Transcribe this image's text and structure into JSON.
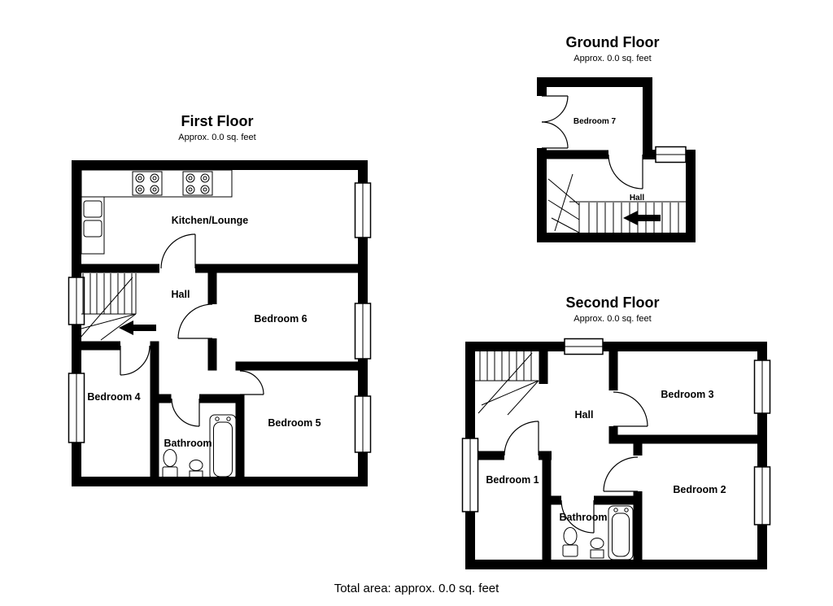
{
  "page": {
    "background_color": "#ffffff",
    "wall_color": "#000000",
    "text_color": "#000000",
    "total_area_text": "Total area: approx. 0.0 sq. feet"
  },
  "floors": {
    "first": {
      "title": "First Floor",
      "subtitle": "Approx. 0.0 sq. feet",
      "rooms": {
        "kitchen_lounge": "Kitchen/Lounge",
        "hall": "Hall",
        "bedroom6": "Bedroom 6",
        "bedroom4": "Bedroom 4",
        "bedroom5": "Bedroom 5",
        "bathroom": "Bathroom"
      }
    },
    "ground": {
      "title": "Ground Floor",
      "subtitle": "Approx. 0.0 sq. feet",
      "rooms": {
        "bedroom7": "Bedroom 7",
        "hall": "Hall"
      }
    },
    "second": {
      "title": "Second Floor",
      "subtitle": "Approx. 0.0 sq. feet",
      "rooms": {
        "hall": "Hall",
        "bedroom3": "Bedroom 3",
        "bedroom1": "Bedroom 1",
        "bedroom2": "Bedroom 2",
        "bathroom": "Bathroom"
      }
    }
  }
}
